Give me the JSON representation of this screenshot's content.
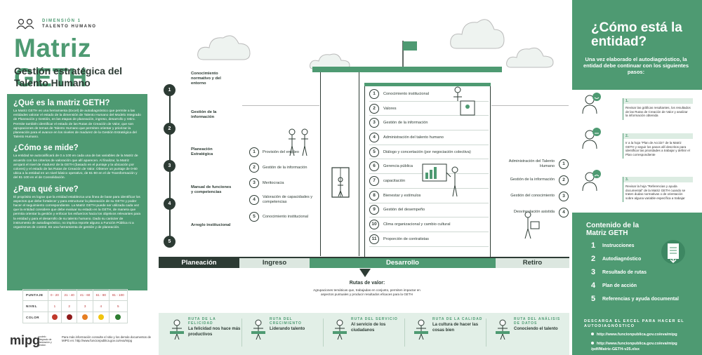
{
  "header": {
    "dimension_line1": "DIMENSIÓN 1",
    "dimension_line2": "TALENTO HUMANO",
    "title": "Matriz GETH",
    "subtitle": "Gestión estratégica del Talento Humano"
  },
  "left": {
    "q1_title": "¿Qué es la matriz GETH?",
    "q1_text": "La Matriz GETH es una herramienta (Excel) de autodiagnóstico que permite a las entidades valorar el estado de la dimensión de Talento Humano del Modelo Integrado de Planeación y Gestión, en las etapas de planeación, ingreso, desarrollo y retiro. Permite también identificar el estado de las Rutas de Creación de Valor, que son agrupaciones de temas de Talento Humano que permiten orientar y priorizar la planeación para el avance en los niveles de madurez de la Gestión Estratégica del Talento Humano.",
    "q2_title": "¿Cómo se mide?",
    "q2_text": "La entidad se autocalificará de 0 a 100 en cada una de las variables de la Matriz de acuerdo con los criterios de valoración que allí aparecen. Al finalizar, la Matriz arrojará el nivel de madurez de la GETH (basado en el puntaje y la ubicación por colores) y el estado de las Rutas de Creación de Valor. Obtener un puntaje de 0-60 ubica a la entidad en un nivel básico operativo, de 61-80 en el de Transformación y del 81-100 en el de Consolidación.",
    "q3_title": "¿Para qué sirve?",
    "q3_text": "El propósito es lograr que la entidad establezca una línea de base para identificar los aspectos que debe fortalecer y para estructurar la planeación de su GETH y poder hacer el seguimiento correspondiente. La Matriz GETH puede ser utilizada cada vez que la entidad considere que debe evaluar su estado en la GETH, de manera que permita orientar la gestión y enfocar los esfuerzos hacia los objetivos relevantes para la entidad y para el desarrollo de su talento humano. Dado su carácter de instrumento de autodiagnóstico, no implica reporte alguno a Función Pública ni a organismos de control. Es una herramienta de gestión y de planeación."
  },
  "scale": {
    "row_labels": [
      "PUNTAJE",
      "NIVEL",
      "COLOR"
    ],
    "puntaje": [
      "0 - 20",
      "21 - 40",
      "41 - 60",
      "61 - 80",
      "81 - 100"
    ],
    "nivel": [
      "1",
      "2",
      "3",
      "4",
      "5"
    ],
    "colors": [
      "#c0392b",
      "#8e1b1b",
      "#e67e22",
      "#f1c40f",
      "#2e7d32"
    ]
  },
  "footer": {
    "logo": "mipg",
    "logo_sub": "modelo integrado de planeación y gestión",
    "note": "Para más información consulte el sitio y los demás documentos de MIPG en: http://www.funcionpublica.gov.co/eva/mipg"
  },
  "steps_left": [
    {
      "num": "1",
      "label": "Conocimiento normativo y del entorno"
    },
    {
      "num": "2",
      "label": "Gestión de la información"
    },
    {
      "num": "3",
      "label": "Planeación Estratégica"
    },
    {
      "num": "4",
      "label": "Manual de funciones y competencias"
    },
    {
      "num": "5",
      "label": "Arreglo institucional"
    }
  ],
  "ingreso": [
    {
      "num": "1",
      "label": "Provisión del empleo"
    },
    {
      "num": "2",
      "label": "Gestión de la información"
    },
    {
      "num": "3",
      "label": "Meritocracia"
    },
    {
      "num": "4",
      "label": "Valoración de capacidades y competencias"
    },
    {
      "num": "5",
      "label": "Conocimiento institucional"
    }
  ],
  "desarrollo": [
    {
      "num": "1",
      "label": "Conocimiento institucional"
    },
    {
      "num": "2",
      "label": "Valores"
    },
    {
      "num": "3",
      "label": "Gestión de la información"
    },
    {
      "num": "4",
      "label": "Administración del talento humano"
    },
    {
      "num": "5",
      "label": "Diálogo y concertación (por negociación colectiva)"
    },
    {
      "num": "6",
      "label": "Gerencia pública"
    },
    {
      "num": "7",
      "label": "capacitación"
    },
    {
      "num": "8",
      "label": "Bienestar y estímulos"
    },
    {
      "num": "9",
      "label": "Gestión del desempeño"
    },
    {
      "num": "10",
      "label": "Clima organizacional y cambio cultural"
    },
    {
      "num": "11",
      "label": "Proporción de contratistas"
    }
  ],
  "retiro": [
    {
      "num": "1",
      "label": "Administración del Talento Humano"
    },
    {
      "num": "2",
      "label": "Gestión de la información"
    },
    {
      "num": "3",
      "label": "Gestión del conocimiento"
    },
    {
      "num": "4",
      "label": "Desvinculación asistida"
    }
  ],
  "phases": {
    "planeacion": "Planeación",
    "ingreso": "Ingreso",
    "desarrollo": "Desarrollo",
    "retiro": "Retiro"
  },
  "rutas": {
    "title": "Rutas de valor:",
    "desc": "Agrupaciones temáticas que, trabajadas en conjunto, permiten impactar en aspectos puntuales y producir resultados eficaces para la GETH",
    "items": [
      {
        "tag": "RUTA DE LA FELICIDAD",
        "quote": "La felicidad nos hace más productivos"
      },
      {
        "tag": "RUTA DEL CRECIMIENTO",
        "quote": "Liderando talento"
      },
      {
        "tag": "RUTA DEL SERVICIO",
        "quote": "Al servicio de los ciudadanos"
      },
      {
        "tag": "RUTA DE LA CALIDAD",
        "quote": "La cultura de hacer las cosas bien"
      },
      {
        "tag": "RUTA DEL ANÁLISIS DE DATOS",
        "quote": "Conociendo el talento"
      }
    ]
  },
  "right": {
    "title": "¿Cómo está la entidad?",
    "subtitle": "Una vez elaborado el autodiagnóstico, la entidad debe continuar con los siguientes pasos:",
    "steps": [
      {
        "num": "1.",
        "text": "Revisar las gráficas resultantes, los resultados de las Rutas de Creación de Valor y analizar la información obtenida"
      },
      {
        "num": "2.",
        "text": "Ir a la hoja \"Plan de Acción\" de la Matriz GETH y seguir los pasos allí descritos para identificar las prioridades a trabajar y definir el Plan correspondiente"
      },
      {
        "num": "3.",
        "text": "Revisar la hoja \"Referencias y ayuda documental\" de la Matriz GETH cuando se traten dudas normativas o de orientación sobre alguna variable específica a trabajar"
      }
    ],
    "contenido_title": "Contenido de la Matriz GETH",
    "contenido": [
      {
        "num": "1",
        "label": "Instrucciones"
      },
      {
        "num": "2",
        "label": "Autodiagnóstico"
      },
      {
        "num": "3",
        "label": "Resultado de rutas"
      },
      {
        "num": "4",
        "label": "Plan de acción"
      },
      {
        "num": "5",
        "label": "Referencias y ayuda documental"
      }
    ],
    "download_title": "DESCARGA EL EXCEL PARA HACER EL AUTODIAGNÓSTICO",
    "link1": "http://www.funcionpublica.gov.co/eva/mipg",
    "link2a": "http://www.funcionpublica.gov.co/eva/mipg",
    "link2b": "/pdf/Matriz-GETH-v25.xlsx"
  }
}
